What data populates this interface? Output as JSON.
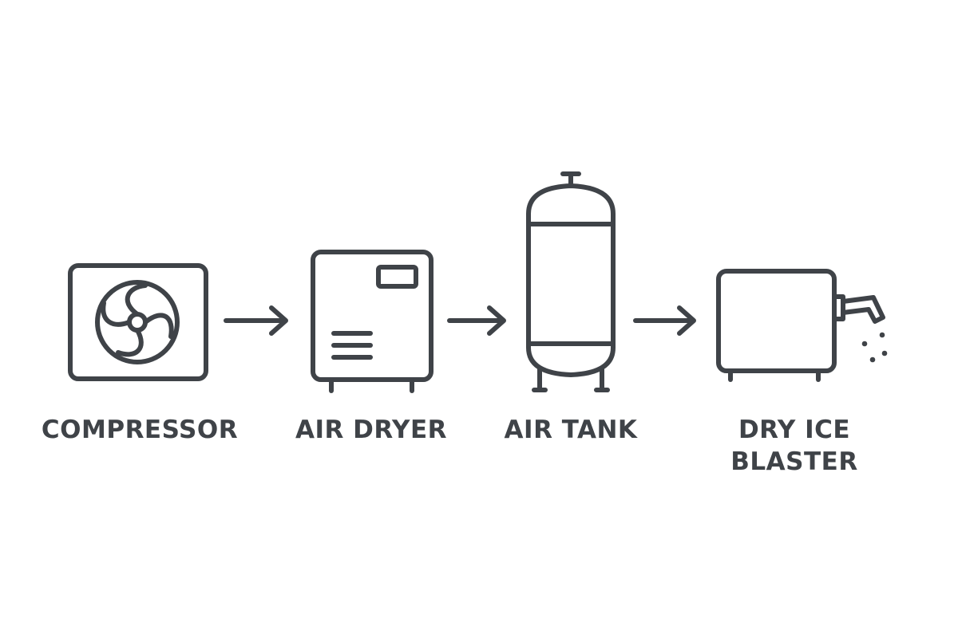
{
  "colors": {
    "ink": "#3f4348",
    "background": "#ffffff"
  },
  "steps": [
    {
      "label": "COMPRESSOR",
      "icon": "compressor-fan-icon"
    },
    {
      "label": "AIR DRYER",
      "icon": "air-dryer-icon"
    },
    {
      "label": "AIR TANK",
      "icon": "air-tank-icon"
    },
    {
      "label": "DRY ICE BLASTER",
      "label_lines": [
        "DRY ICE",
        "BLASTER"
      ],
      "icon": "dry-ice-blaster-icon"
    }
  ],
  "connectors": [
    {
      "from": "COMPRESSOR",
      "to": "AIR DRYER",
      "icon": "arrow-right-icon"
    },
    {
      "from": "AIR DRYER",
      "to": "AIR TANK",
      "icon": "arrow-right-icon"
    },
    {
      "from": "AIR TANK",
      "to": "DRY ICE BLASTER",
      "icon": "arrow-right-icon"
    }
  ]
}
